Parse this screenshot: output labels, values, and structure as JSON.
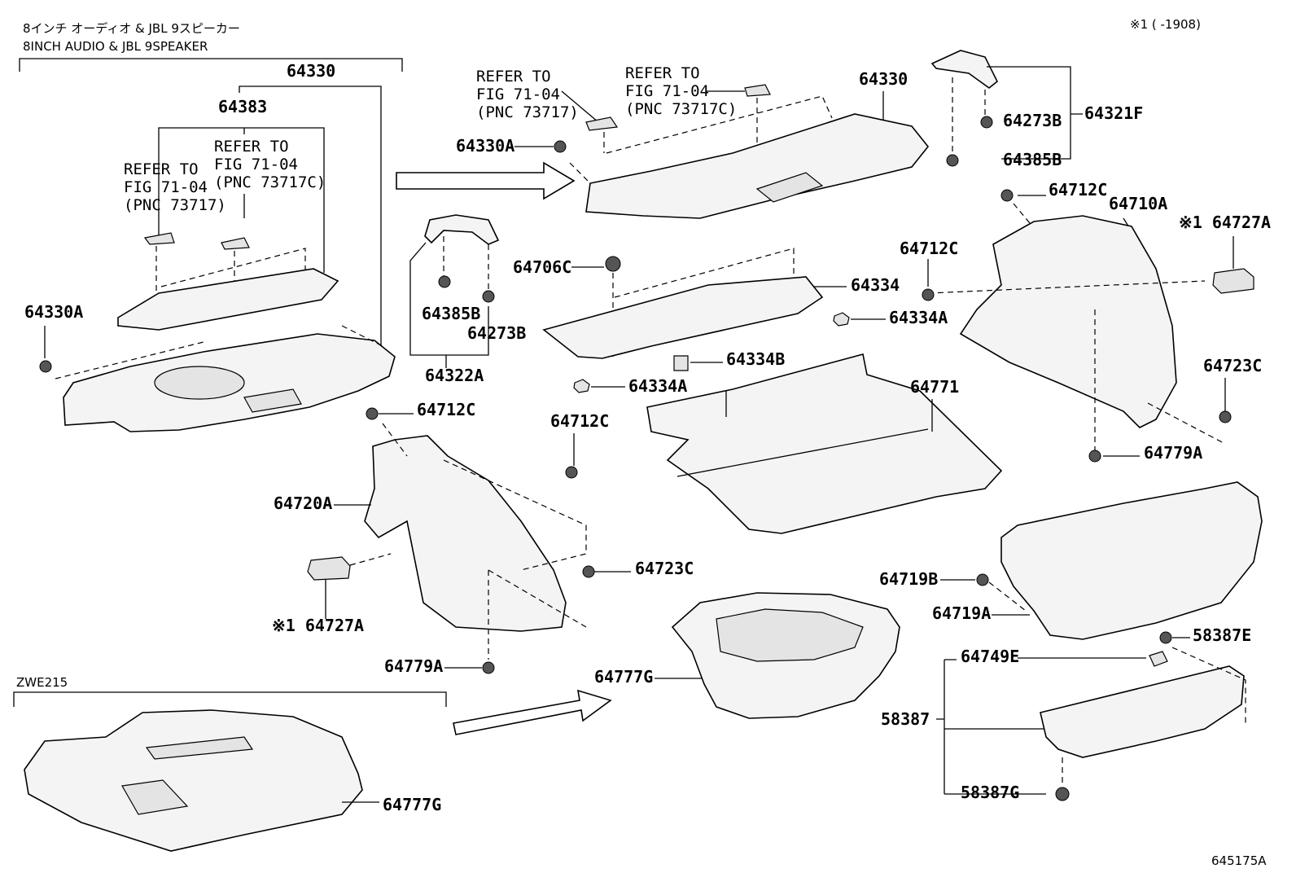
{
  "header": {
    "jp_title": "8インチ オーディオ & JBL 9スピーカー",
    "en_title": "8INCH  AUDIO & JBL 9SPEAKER",
    "note": "※1 (      -1908)"
  },
  "variant_label": "ZWE215",
  "figure_id": "645175A",
  "refer_notes": [
    {
      "line1": "REFER TO",
      "line2": "FIG 71-04",
      "line3": "(PNC 73717)"
    },
    {
      "line1": "REFER TO",
      "line2": "FIG 71-04",
      "line3": "(PNC 73717C)"
    },
    {
      "line1": "REFER TO",
      "line2": "FIG 71-04",
      "line3": "(PNC 73717)"
    },
    {
      "line1": "REFER TO",
      "line2": "FIG 71-04",
      "line3": "(PNC 73717C)"
    }
  ],
  "parts": [
    "64330",
    "64383",
    "64330A",
    "64330",
    "64330A",
    "64321F",
    "64273B",
    "64385B",
    "64712C",
    "64710A",
    "※1 64727A",
    "64712C",
    "64706C",
    "64334",
    "64334A",
    "64334B",
    "64334A",
    "64385B",
    "64273B",
    "64322A",
    "64771",
    "64723C",
    "64779A",
    "64712C",
    "64712C",
    "64720A",
    "64723C",
    "※1 64727A",
    "64779A",
    "64719B",
    "64719A",
    "58387E",
    "64749E",
    "58387",
    "58387G",
    "64777G",
    "64777G"
  ]
}
